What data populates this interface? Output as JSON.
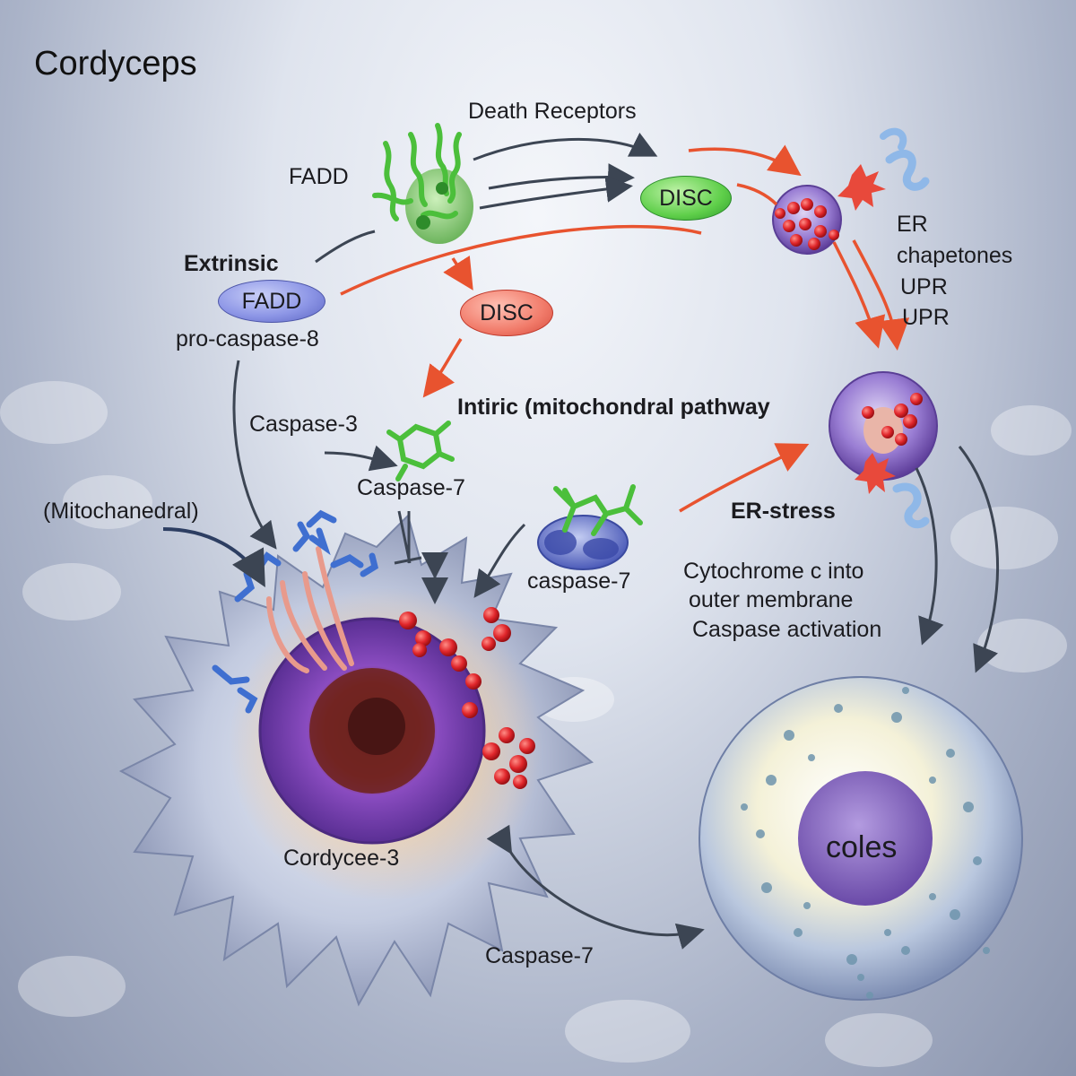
{
  "title": "Cordyceps",
  "labels": {
    "death_receptors": "Death Receptors",
    "fadd_top": "FADD",
    "disc_green": "DISC",
    "extrinsic": "Extrinsic",
    "fadd_pill": "FADD",
    "pro_caspase_8": "pro-caspase-8",
    "disc_red": "DISC",
    "er": "ER",
    "chapetones": "chapetones",
    "upr_1": "UPR",
    "upr_2": "UPR",
    "caspase_3": "Caspase-3",
    "intrinsic": "Intiric (mitochondral pathway",
    "caspase_7_upper": "Caspase-7",
    "mitochanedral": "(Mitochanedral)",
    "caspase_7_lower": "caspase-7",
    "er_stress": "ER-stress",
    "cytochrome_1": "Cytochrome c into",
    "cytochrome_2": "outer membrane",
    "cytochrome_3": "Caspase activation",
    "cordycee_3": "Cordycee-3",
    "caspase_7_bottom": "Caspase-7",
    "coles": "coles"
  },
  "colors": {
    "arrow_red": "#e8532f",
    "arrow_dark": "#3c4553",
    "protein_green": "#4bbf3b",
    "droplet_red": "#e0262b",
    "nucleus_purple": "#7b4bb0"
  }
}
